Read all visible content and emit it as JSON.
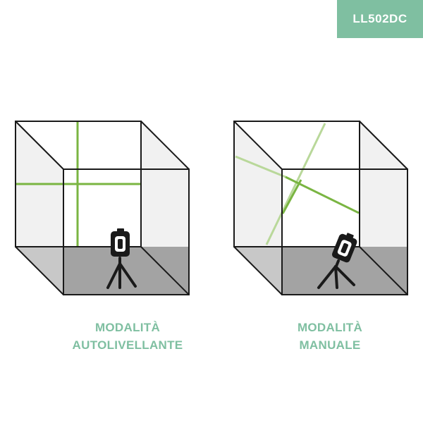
{
  "badge": {
    "label": "LL502DC"
  },
  "colors": {
    "accent": "#7fbfa1",
    "badge_text": "#ffffff",
    "laser_green": "#7ab542",
    "laser_green_light": "#b9d89a",
    "floor": "#a3a3a3",
    "side_floor": "#c8c8c8",
    "wall_side": "#f1f1f1",
    "outline": "#1a1a1a"
  },
  "panels": [
    {
      "id": "self-leveling",
      "caption_line1": "MODALITÀ",
      "caption_line2": "AUTOLIVELLANTE",
      "icons": [
        "cube-room-icon",
        "laser-level-icon",
        "tripod-icon"
      ]
    },
    {
      "id": "manual",
      "caption_line1": "MODALITÀ",
      "caption_line2": "MANUALE",
      "icons": [
        "cube-room-icon",
        "laser-level-icon",
        "tripod-icon"
      ]
    }
  ]
}
